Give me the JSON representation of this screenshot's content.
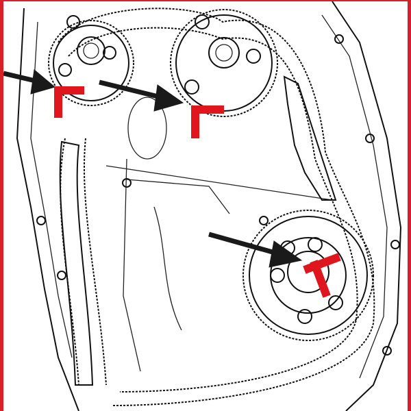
{
  "diagram": {
    "subject": "engine-timing-chain",
    "colors": {
      "frame": "#d9202a",
      "marker": "#e0161e",
      "line": "#111111",
      "arrow": "#1a1a1a",
      "background": "#ffffff"
    },
    "elements": [
      {
        "name": "intake-camshaft-sprocket",
        "marker": "timing-mark"
      },
      {
        "name": "exhaust-camshaft-sprocket",
        "marker": "timing-mark"
      },
      {
        "name": "crankshaft-sprocket",
        "marker": "timing-mark"
      }
    ],
    "icons": [
      "arrow-icon",
      "timing-mark-icon"
    ]
  }
}
